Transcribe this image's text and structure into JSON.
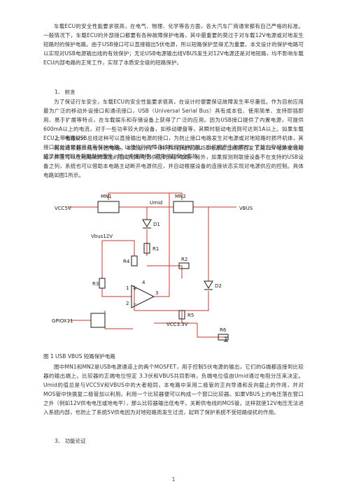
{
  "paragraphs": {
    "intro": "车载ECU的安全性能要求很高，在电气、物理、化学等各方面，各大汽车厂商通常都有自己严格的标准。一般情况下，车载ECU的外部接口都要有各种故障保护电路，其中最重要的莫过于对车载12V电源或对地发生短路时的保护电路。由于USB接口可以直接输出5伏电源，所以短路保护显得尤为重要。本文设计的保护电路可以实现对USB电源输出线的有效保护；无论USB电源输出线VBUS发生对12V电源还是对地短路，均不影响车载ECU内部电路的正常工作，实现了本质安全级的短路保护。",
    "preface": "为了保证行车安全，车载ECU的安全性能要求很高，在设计时便要保证故障发生率尽量低。作为目前应用最为广泛的移动外设接口和通讯接口，USB（Universal Serial Bus）具有成本低、使用简单、支持即插即用、易于扩展等特点，在车载娱乐和存储设备上获得了广泛的应用。因为USB接口提供了内置电源，可提供 600mA以上的电流，对于一些功率较大的设备，如移动硬盘等，其瞬时驱动电流则可达到1A以上。如果车载ECU上带有像USB总线这种可以直接输出电源的接口，为防止接口电路发生对电源或对地短路时损坏机体，其接口部分通常都应具有保护电路，以便执行故障自诊断和保护功能。当系统产生故障时，它能在存储体中自动记录故障代码并采用保护措施，防止系统损坏，避免引起安全事故。",
    "design": "利用比较器并结合外围电路，本文设计了一种可以自动探测USB电源输出线是否发了对12V电源或地短路，并且可以在短路故障发生时自动切断电源供应的保护电路。另外，如果探测到联接设备不在支持的USB设备之列，系统也可以借助本电路主动断开电源供应，并自动根据设备的连接状态实现对电源供应的控制。具体电路如图1所示。",
    "explain": "图中MN1和MN2是USB电源通道上的两个MOSFET，用于控制5伏电源的输出，它们的G端都连接到比较器的输出端上。比较器的正端电位恒定 3.3伏和VBUS共同影响，负端电位值由Umid通过电阻分压来决定。Umid的值总是与VCC5V和VBUS中的大者相同，本电路中采用二极管的正向导通和反向截止的作用，并对MOS管中快换复二极管加以利用。利用一个比较器便可以构成一个窗口比较器。如果VBUS上的电压落在窗口之外（例如12V供电电压或地电平），那么比较器输出低电平，关断供电线的MOS管。这样就使12V电压无法进入系统内部，也防止了系统5V供电因为对地短路而发生过流，起到了保护系统不受短路侵扰的作用。"
  },
  "headings": {
    "h1": "1、  前言",
    "h2": "2、  电路设计",
    "h3": "3、  功能论证"
  },
  "figure": {
    "caption": "图 1    USB VBUS 短路保护电路",
    "labels": {
      "mn1": "MN1",
      "mn2": "MN2",
      "vcc5v": "VCC5V",
      "vbus": "VBUS",
      "umid": "Umid",
      "vbus12v": "Vbus12V",
      "d1": "D1",
      "d2": "D2",
      "r1": "R1",
      "r2": "R2",
      "r3": "R3",
      "r4": "R4",
      "r5": "R5",
      "r6": "R6",
      "gpio": "GPIOX11",
      "vcc33": "VCC3.3V",
      "pin1": "1",
      "pin2": "2",
      "pin3": "3",
      "pin4": "4",
      "plus": "+",
      "minus": "−"
    },
    "colors": {
      "wire": "#c0392b",
      "part": "#1a1a1a"
    }
  },
  "page_number": "1"
}
